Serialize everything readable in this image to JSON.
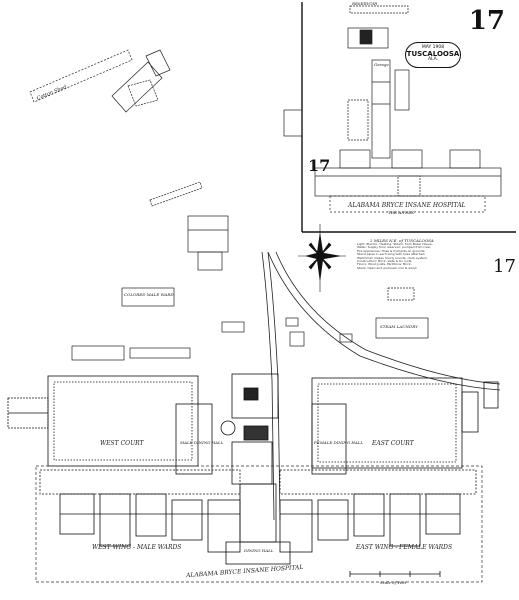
{
  "sheet_number": "17",
  "stamp": {
    "date": "MAY 1908",
    "city": "TUSCALOOSA",
    "state": "ALA."
  },
  "inset_title": {
    "line1": "ALABAMA BRYCE INSANE HOSPITAL",
    "line2": "THE ANNEX"
  },
  "distance_note": "2 MILES N.E. of TUSCALOOSA",
  "labels": {
    "main_building": "ALABAMA BRYCE INSANE HOSPITAL",
    "west_wing": "WEST WING - MALE WARDS",
    "east_wing": "EAST WING - FEMALE WARDS",
    "west_court": "WEST COURT",
    "east_court": "EAST COURT",
    "colored_male_ward": "COLORED MALE WARD",
    "steam_laundry": "STEAM LAUNDRY",
    "dining_hall": "DINING HALL",
    "male_dining": "MALE DINING HALL",
    "female_dining": "FEMALE DINING HALL",
    "scale": "Scale of Feet",
    "inset_garage": "Garage",
    "reservoir": "RESERVOIR",
    "cotton_shed": "Cotton Shed"
  },
  "notes": [
    "Light: Electric. Heating: Steam, from Boiler House.",
    "Water: Supply from reservoir, pumped from river.",
    "Fire Appliances: Hose & hydrants on grounds.",
    "Stand pipes in each wing with hose attached.",
    "Watchman makes hourly rounds, clock system.",
    "Construction: Brick, slate & tin roofs.",
    "Floors: Wood joists. Partitions: Brick.",
    "Stairs: Open and enclosed, iron & wood."
  ]
}
